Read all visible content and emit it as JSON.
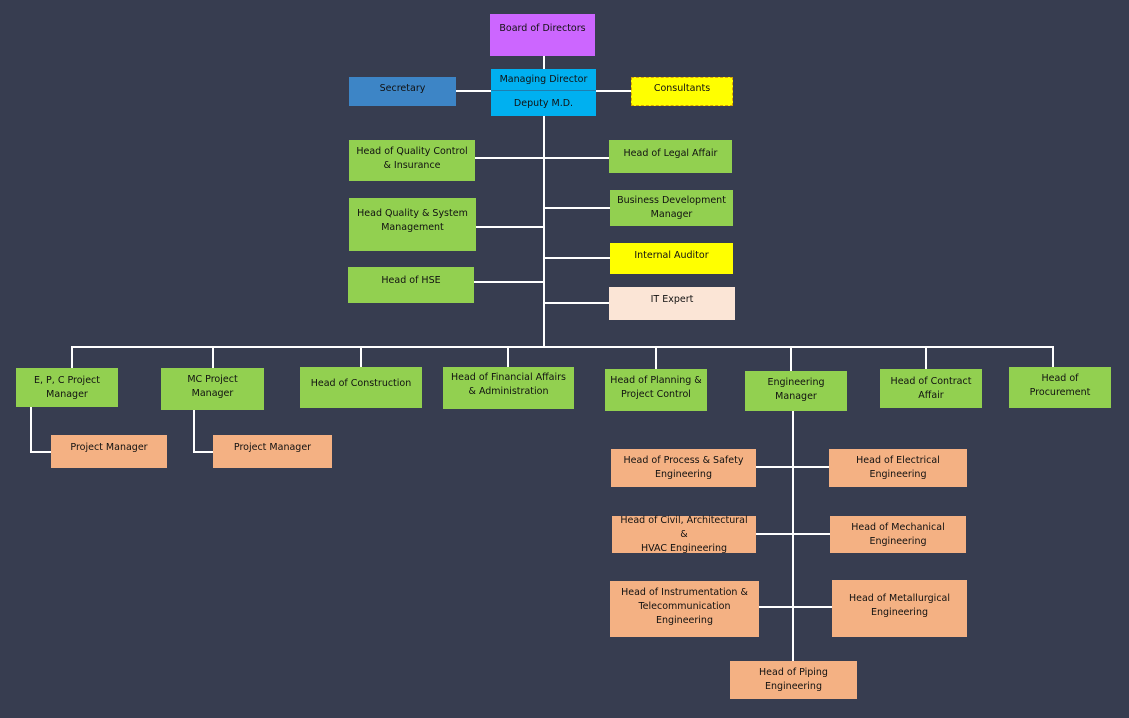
{
  "nodes": {
    "board": "Board of Directors",
    "managing_director": "Managing Director",
    "deputy_md": "Deputy M.D.",
    "secretary": "Secretary",
    "consultants": "Consultants",
    "head_quality_control": "Head of Quality Control\n& Insurance",
    "head_quality_system": "Head Quality & System\nManagement",
    "head_hse": "Head of HSE",
    "head_legal": "Head of Legal Affair",
    "business_development": "Business Development\nManager",
    "internal_auditor": "Internal Auditor",
    "it_expert": "IT Expert",
    "epc_project_manager": "E, P, C Project\nManager",
    "mc_project_manager": "MC Project\nManager",
    "head_construction": "Head of Construction",
    "head_financial": "Head of Financial Affairs\n& Administration",
    "head_planning": "Head of Planning &\nProject Control",
    "engineering_manager": "Engineering\nManager",
    "head_contract": "Head of Contract\nAffair",
    "head_procurement": "Head of\nProcurement",
    "project_manager_1": "Project Manager",
    "project_manager_2": "Project Manager",
    "head_process_safety": "Head of Process & Safety\nEngineering",
    "head_electrical": "Head of Electrical\nEngineering",
    "head_civil": "Head of Civil, Architectural &\nHVAC Engineering",
    "head_mechanical": "Head of Mechanical\nEngineering",
    "head_instrumentation": "Head of Instrumentation &\nTelecommunication\nEngineering",
    "head_metallurgical": "Head of Metallurgical\nEngineering",
    "head_piping": "Head of Piping\nEngineering"
  },
  "colors": {
    "background": "#373d50",
    "green": "#92d050",
    "orange": "#f4b183",
    "purple": "#cc66ff",
    "blue": "#00b0f0",
    "yellow": "#ffff00",
    "connector": "#ffffff"
  }
}
